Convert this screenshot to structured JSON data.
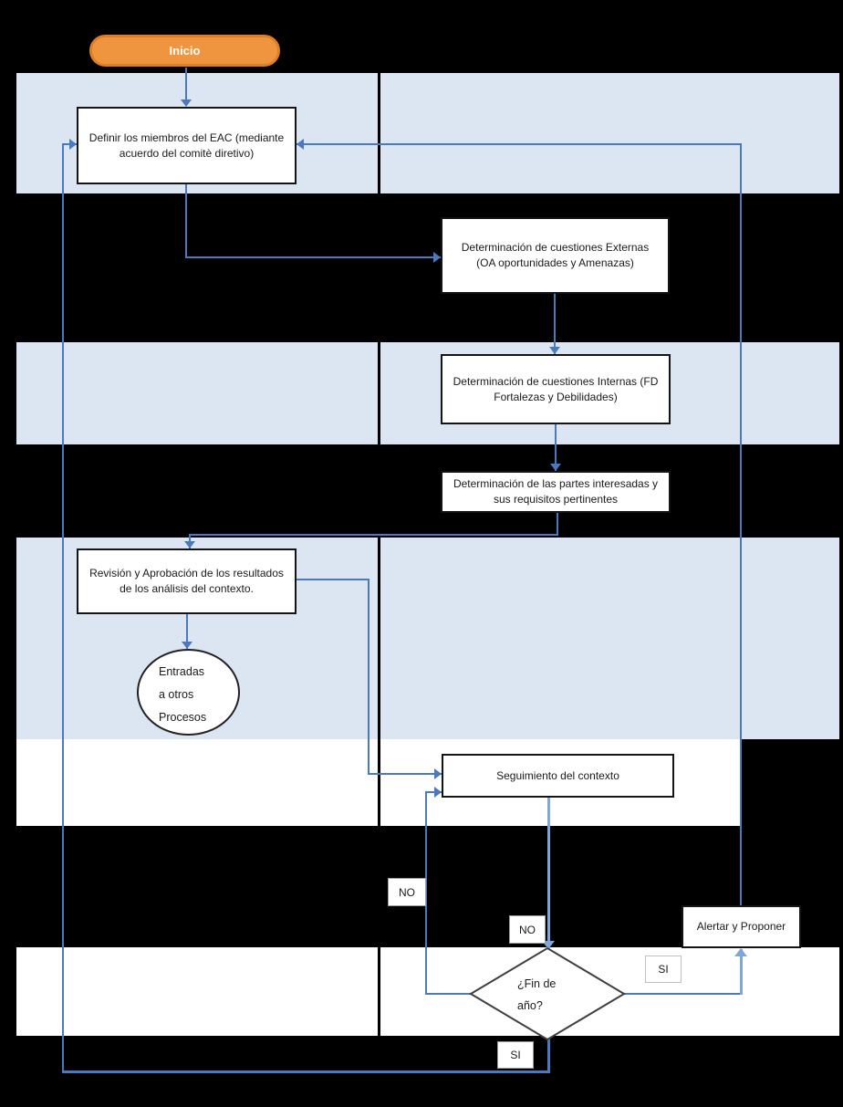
{
  "diagram": {
    "start_label": "Inicio",
    "nodes": {
      "definir": "Definir los miembros del EAC (mediante acuerdo del comitè diretivo)",
      "externas": "Determinación de cuestiones Externas (OA oportunidades y Amenazas)",
      "internas": "Determinación de cuestiones Internas (FD Fortalezas y Debilidades)",
      "partes": "Determinación de las partes interesadas y sus requisitos pertinentes",
      "revision": "Revisión y Aprobación de los resultados de los análisis del contexto.",
      "entradas": {
        "lines": [
          "Entradas",
          "a otros",
          "Procesos"
        ]
      },
      "seguimiento": "Seguimiento del contexto",
      "decision": {
        "lines": [
          "¿Fin de",
          "año?"
        ]
      },
      "alertar": "Alertar y Proponer"
    },
    "edge_labels": {
      "no_left": "NO",
      "no_top": "NO",
      "si_right": "SI",
      "si_bottom": "SI"
    },
    "colors": {
      "background": "#000000",
      "band_blue": "#dce6f2",
      "band_white": "#ffffff",
      "connector_blue": "#4b79be",
      "connector_light": "#7ea6d8",
      "start_fill": "#f0953f",
      "start_border": "#de7e26"
    }
  }
}
